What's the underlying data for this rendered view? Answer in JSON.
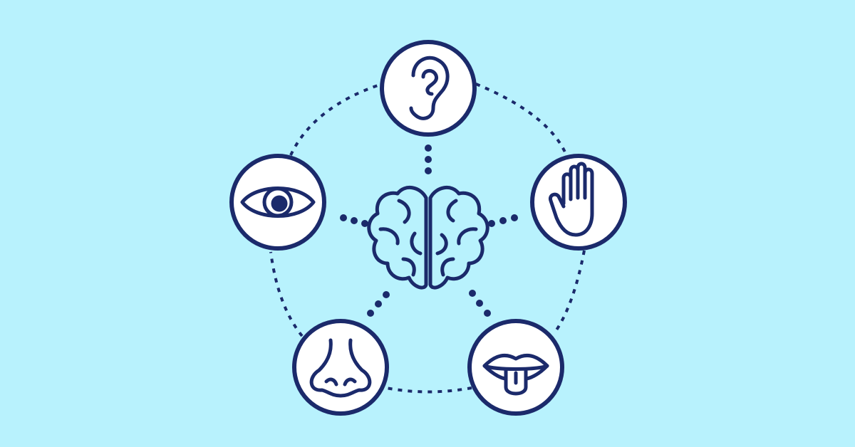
{
  "colors": {
    "background": "#b8f2fd",
    "stroke": "#1b2a6b",
    "circle_fill": "#ffffff"
  },
  "center": {
    "icon": "brain-icon"
  },
  "senses": [
    {
      "key": "hearing",
      "icon": "ear-icon"
    },
    {
      "key": "touch",
      "icon": "hand-icon"
    },
    {
      "key": "taste",
      "icon": "tongue-mouth-icon"
    },
    {
      "key": "smell",
      "icon": "nose-icon"
    },
    {
      "key": "sight",
      "icon": "eye-icon"
    }
  ]
}
